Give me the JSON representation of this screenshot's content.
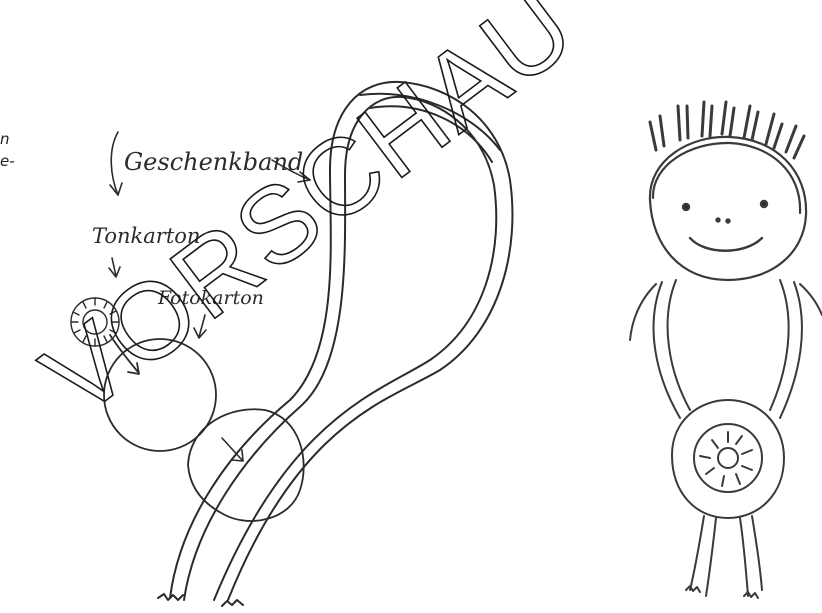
{
  "labels": {
    "gift_ribbon": "Geschenkband",
    "clay_card": "Tonkarton",
    "photo_card": "Fotokarton"
  },
  "side_text": [
    "n",
    "e-"
  ],
  "watermark": "VORSCHAU",
  "colors": {
    "pencil": "#2b2b2b",
    "watermark_outline": "#1a1a1a"
  }
}
